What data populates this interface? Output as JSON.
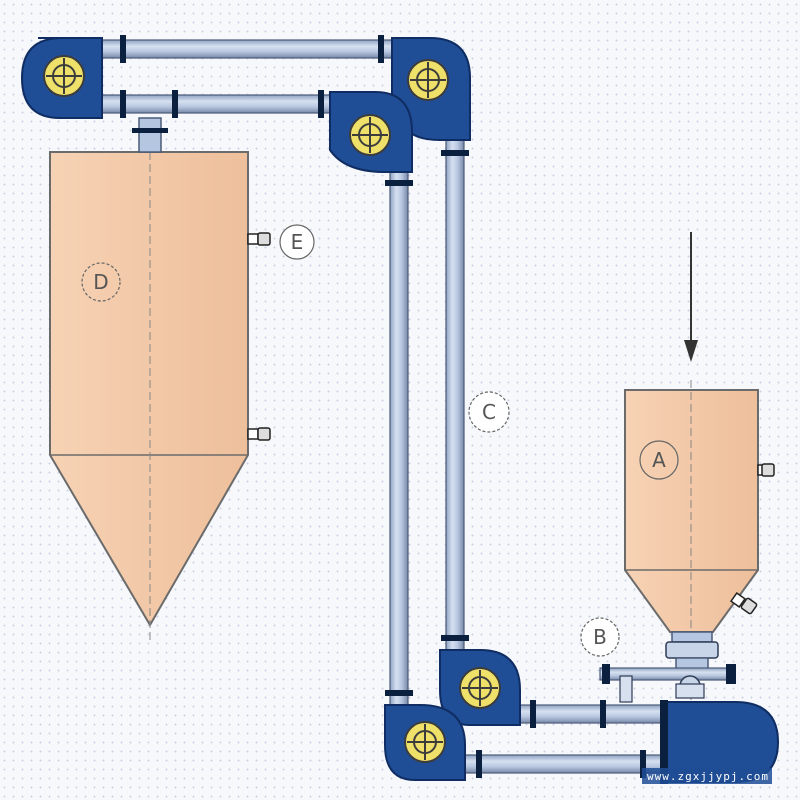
{
  "diagram": {
    "labels": {
      "A": "A",
      "B": "B",
      "C": "C",
      "D": "D",
      "E": "E"
    },
    "watermark": "www.zgxjjypj.com",
    "colors": {
      "silo_fill": "#f3c9a6",
      "silo_stroke": "#6b6b6b",
      "pipe_fill": "#b5c6e0",
      "pipe_edge": "#6f7f98",
      "housing_fill": "#1f4e96",
      "housing_edge": "#0f2d63",
      "sprocket_fill": "#efe06a",
      "sprocket_ring": "#3c3c3c",
      "flange": "#0b1f3f",
      "arrow": "#333333",
      "callout_stroke": "#666666"
    }
  }
}
